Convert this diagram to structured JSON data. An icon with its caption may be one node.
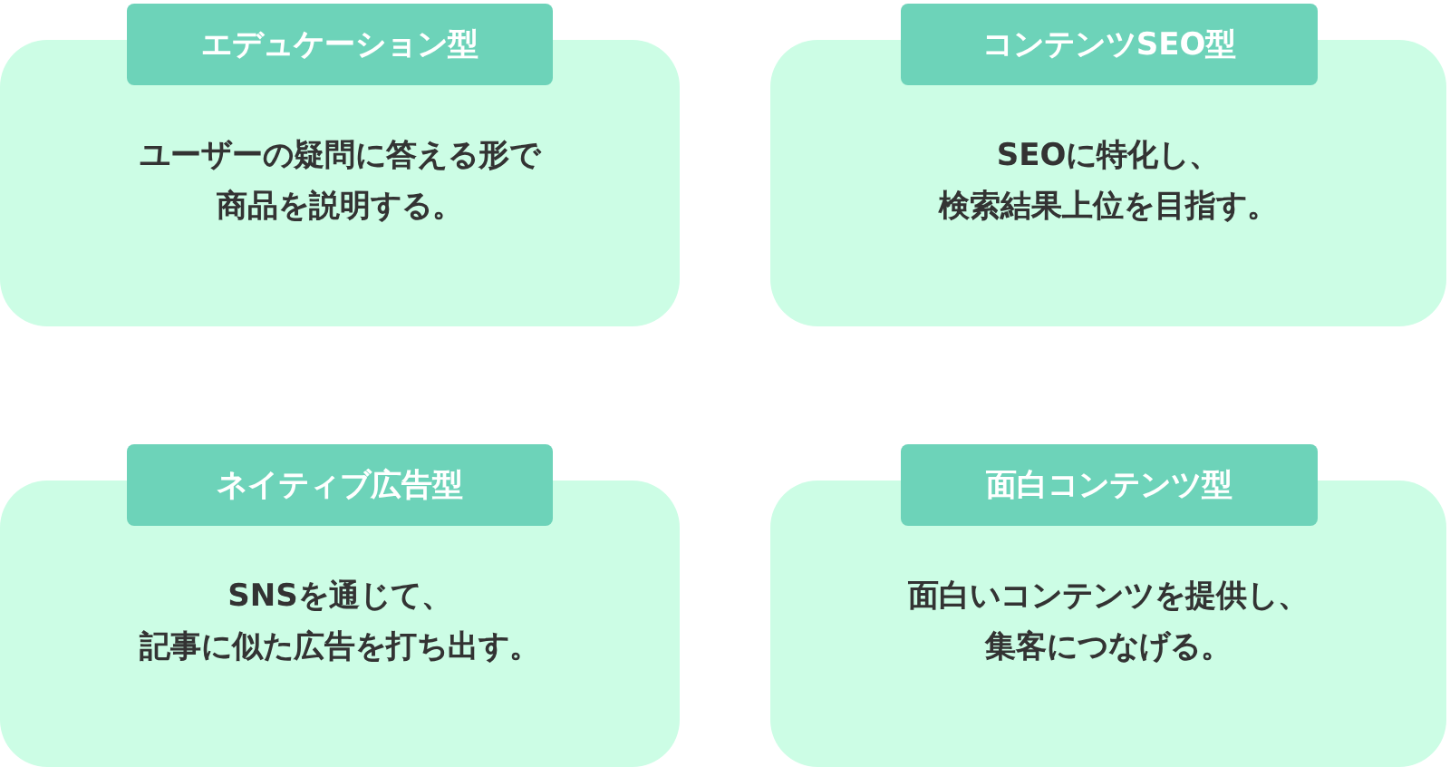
{
  "diagram": {
    "nodes": [
      {
        "text": [
          "エデュケーション型"
        ]
      },
      {
        "text": [
          "ユーザーの疑問に答える形で商品を説明する。"
        ]
      },
      {
        "text": [
          "コンテンツSEO型"
        ]
      },
      {
        "text": [
          "SEOに特化し、検索結果上位を目指す。"
        ]
      },
      {
        "text": [
          "ネイティブ広告型"
        ]
      },
      {
        "text": [
          "SNSを通じて、記事に似た広告を打ち出す。"
        ]
      },
      {
        "text": [
          "面白コンテンツ型"
        ]
      },
      {
        "text": [
          "面白いコンテンツを提供し、集客につなげる。"
        ]
      }
    ]
  }
}
